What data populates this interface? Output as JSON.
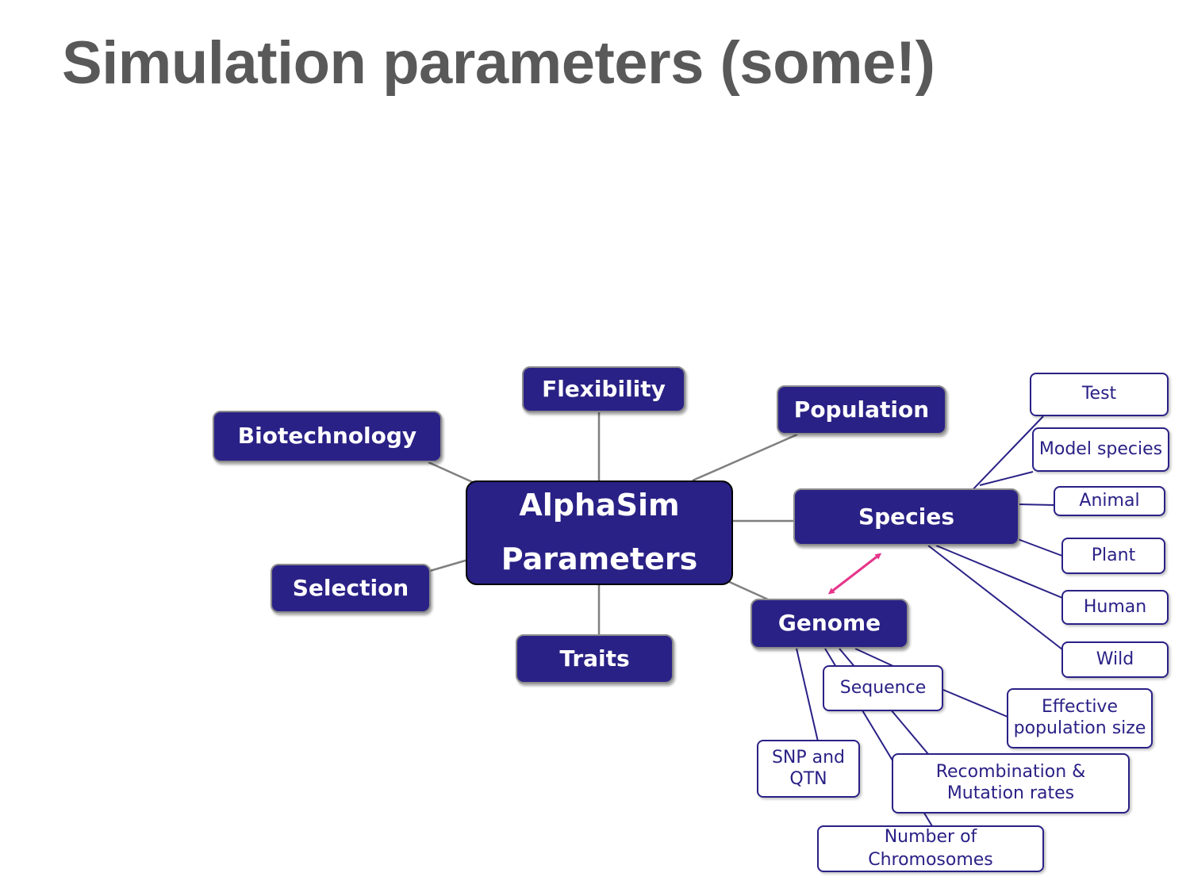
{
  "title": "Simulation parameters (some!)",
  "diagram": {
    "center": {
      "line1": "AlphaSim",
      "line2": "Parameters"
    },
    "primary_nodes": {
      "flexibility": "Flexibility",
      "population": "Population",
      "biotechnology": "Biotechnology",
      "species": "Species",
      "selection": "Selection",
      "genome": "Genome",
      "traits": "Traits"
    },
    "species_children": {
      "test": "Test",
      "model_species": "Model species",
      "animal": "Animal",
      "plant": "Plant",
      "human": "Human",
      "wild": "Wild"
    },
    "genome_children": {
      "sequence": "Sequence",
      "effective_population_size": {
        "line1": "Effective",
        "line2": "population size"
      },
      "snp_qtn": {
        "line1": "SNP and",
        "line2": "QTN"
      },
      "recombination_mutation": {
        "line1": "Recombination &",
        "line2": "Mutation rates"
      },
      "chromosomes": {
        "line1": "Number of",
        "line2": "Chromosomes"
      }
    },
    "colors": {
      "primary_fill": "#2a2186",
      "primary_text": "#ffffff",
      "secondary_border": "#2a2186",
      "connector_gray": "#7f7f7f",
      "double_arrow": "#e6358a",
      "title_text": "#595959"
    }
  }
}
